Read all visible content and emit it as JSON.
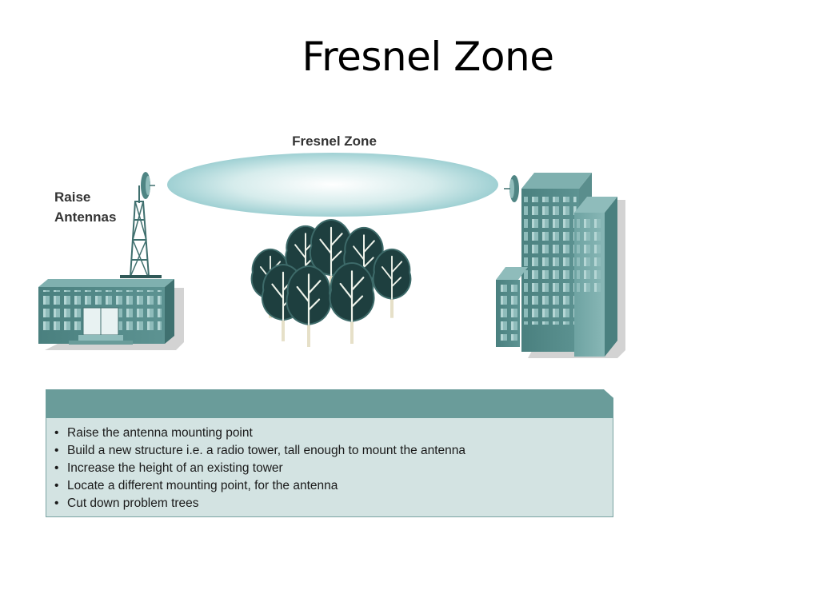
{
  "slide": {
    "title": "Fresnel Zone"
  },
  "diagram": {
    "zone_label": "Fresnel Zone",
    "left_label_line1": "Raise",
    "left_label_line2": "Antennas",
    "colors": {
      "teal_dark": "#4f8584",
      "teal_mid": "#6a9c9a",
      "teal_light": "#d3e3e2",
      "tree_dark": "#1e3f3f",
      "zone_fill": "#a8d4d6"
    }
  },
  "panel": {
    "items": [
      "Raise the antenna mounting point",
      "Build a new structure i.e. a radio tower, tall enough to mount the antenna",
      "Increase the height of an existing tower",
      "Locate a different mounting point, for the antenna",
      "Cut down problem trees"
    ]
  }
}
